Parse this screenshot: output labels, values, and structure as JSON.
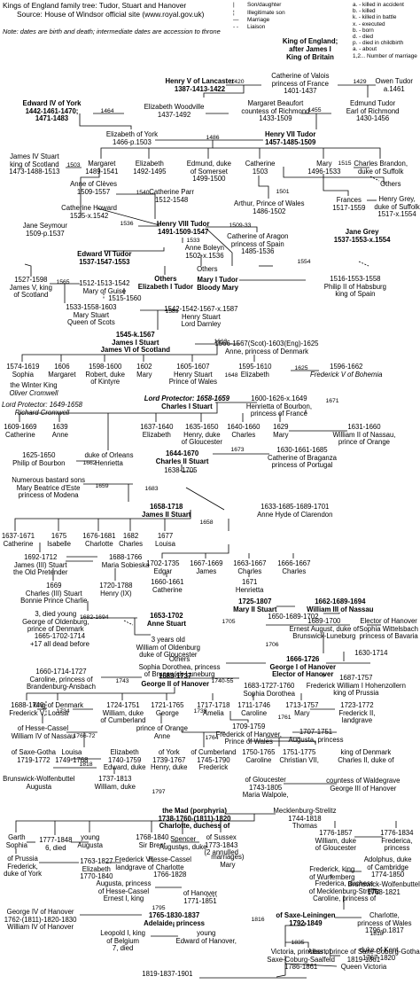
{
  "header": {
    "title": "Kings of England family tree: Tudor, Stuart and Hanover",
    "source": "Source: House of Windsor official site (www.royal.gov.uk)",
    "note": "Note: dates are birth and death; intermediate dates are accession to throne"
  },
  "legend": {
    "items": [
      {
        "symbol": "|",
        "text": "Son/daughter"
      },
      {
        "symbol": "¦",
        "text": "Illegitimate son"
      },
      {
        "symbol": "—",
        "text": "Marriage"
      },
      {
        "symbol": "- -",
        "text": "Liaison"
      }
    ],
    "title_lines": [
      "King of England;",
      "after James I",
      "King of Britain"
    ],
    "codes": [
      "a. - killed in accident",
      "b. - killed",
      "k. - killed in battle",
      "x. - executed",
      "b. - born",
      "d. - died",
      "p. - died in childbirth",
      "a. - about",
      "1,2... Number of marriage"
    ]
  },
  "marriage_labels": [
    "1420",
    "1429",
    "1464",
    "1455",
    "1486",
    "1503",
    "1515",
    "1540",
    "1536",
    "1509-33",
    "1501",
    "1533",
    "1554",
    "1565",
    "1589",
    "1613",
    "1625",
    "1648",
    "1671",
    "1662",
    "1673",
    "1659",
    "1683",
    "1658",
    "1682-1694",
    "1705",
    "1706",
    "1743",
    "1740-55",
    "1734",
    "1739",
    "1766-72",
    "1764",
    "1761",
    "1818",
    "1797",
    "1795",
    "1816",
    "1818",
    "1835"
  ],
  "texts": [
    "Henry V of Lancaster",
    "1387-1413-1422",
    "Catherine of Valois",
    "princess of France",
    "1401-1437",
    "Owen Tudor",
    "a.1461",
    "Edward IV of York",
    "1442-1461-1470;",
    "1471-1483",
    "Elizabeth Woodville",
    "1437-1492",
    "Margaret Beaufort",
    "countess of Richmond",
    "1433-1509",
    "Edmund Tudor",
    "Earl of Richmond",
    "1430-1456",
    "Elizabeth of York",
    "1466-p.1503",
    "Henry VII Tudor",
    "1457-1485-1509",
    "James IV Stuart",
    "king of Scotland",
    "1473-1488-1513",
    "Margaret",
    "1489-1541",
    "Elizabeth",
    "1492-1495",
    "Edmund, duke",
    "of Somerset",
    "1499-1500",
    "Catherine",
    "1503",
    "Mary",
    "1496-1533",
    "Charles Brandon,",
    "duke of Suffolk",
    "Others",
    "Anne of Clèves",
    "1509-1557",
    "Catherine Parr",
    "1512-1548",
    "Arthur, Prince of Wales",
    "1486-1502",
    "Frances",
    "1517-1559",
    "Henry Grey,",
    "duke of Suffolk",
    "1517-x.1554",
    "Catherine Howard",
    "1525-x.1542",
    "Jane Seymour",
    "1509-p.1537",
    "Henry VIII Tudor",
    "1491-1509-1547",
    "Catherine of Aragon",
    "princess of Spain",
    "1485-1536",
    "Jane Grey",
    "1537-1553-x.1554",
    "Edward VI Tudor",
    "1537-1547-1553",
    "Anne Boleyn",
    "1502-x.1536",
    "Others",
    "Mary I Tudor",
    "Bloody Mary",
    "1516-1553-1558",
    "Philip II of Habsburg",
    "king of Spain",
    "1527-1598",
    "James V, king",
    "of Scotland",
    "1512-1513-1542",
    "Mary of Guise",
    "1515-1560",
    "Others",
    "Elizabeth I Tudor",
    "1533-1558-1603",
    "Mary Stuart",
    "Queen of Scots",
    "1542-1542-1567-x.1587",
    "Henry Stuart",
    "Lord Darnley",
    "1545-k.1567",
    "James I Stuart",
    "James VI of Scotland",
    "1566-1567(Scot)-1603(Eng)-1625",
    "Anne, princess of Denmark",
    "1574-1619",
    "Sophia",
    "1606",
    "Margaret",
    "1598-1600",
    "Robert, duke",
    "of Kintyre",
    "1602",
    "Mary",
    "1605-1607",
    "Henry Stuart",
    "Prince of Wales",
    "1595-1610",
    "Elizabeth",
    "1596-1662",
    "Frederick V of Bohemia",
    "the Winter King",
    "Oliver Cromwell",
    "Lord Protector: 1649-1658",
    "Richard Cromwell",
    "Lord Protector: 1658-1659",
    "Charles I Stuart",
    "1600-1626-x.1649",
    "Henrietta of Bourbon,",
    "princess of France",
    "1609-1669",
    "Catherine",
    "1639",
    "Anne",
    "1637-1640",
    "Elizabeth",
    "1635-1650",
    "Henry, duke",
    "of Gloucester",
    "1640-1660",
    "Charles",
    "1629",
    "Mary",
    "1631-1660",
    "William II of Nassau,",
    "prince of Orange",
    "1625-1650",
    "Philip of Bourbon",
    "duke of Orleans",
    "Henrietta",
    "1644-1670",
    "Charles II Stuart",
    "1630-1661-1685",
    "Catherine of Braganza",
    "princess of Portugal",
    "1638-1705",
    "Numerous bastard sons",
    "Mary Beatrice d'Este",
    "princess of Modena",
    "1658-1718",
    "James II Stuart",
    "1633-1685-1689-1701",
    "Anne Hyde of Clarendon",
    "1637-1671",
    "Catherine",
    "1675",
    "Isabelle",
    "1676-1681",
    "Charlotte",
    "1682",
    "Charles",
    "1677",
    "Louisa",
    "1692-1712",
    "James (III) Stuart",
    "the Old Pretender",
    "1688-1766",
    "Maria Sobieska",
    "1702-1735",
    "Edgar",
    "1667-1669",
    "James",
    "1663-1667",
    "Charles",
    "1666-1667",
    "Charles",
    "1660-1661",
    "Catherine",
    "1671",
    "Henrietta",
    "1669",
    "Charles (III) Stuart",
    "Bonnie Prince Charlie",
    "1720-1788",
    "Henry (IX)",
    "1725-1807",
    "Mary II Stuart",
    "1662-1689-1694",
    "William III of Nassau",
    "1650-1689-1702",
    "3, died young",
    "George of Oldenburg,",
    "prince of Denmark",
    "1653-1702",
    "Anne Stuart",
    "1665-1702-1714",
    "+17 all dead before",
    "3 years old",
    "William of Oldenburg",
    "duke of Gloucester",
    "1689-1700",
    "Ernest August, duke of",
    "Brunswick-Luneburg",
    "Elector of Hanover",
    "Sophia Wittelsbach",
    "princess of Bavaria",
    "1630-1714",
    "Others",
    "Sophia Dorothea, princess",
    "of Brunswick-Luneburg",
    "1666-1726",
    "George I of Hanover",
    "Elector of Hanover",
    "1660-1714-1727",
    "Caroline, princess of",
    "Brandenburg-Ansbach",
    "1683-1737",
    "George II of Hanover",
    "1683-1727-1760",
    "Sophia Dorothea",
    "1687-1757",
    "Frederick William I Hohenzollern",
    "king of Prussia",
    "1688-1740",
    "Frederick V,",
    "king of Denmark",
    "Louisa",
    "1724-1751",
    "William, duke",
    "of Cumberland",
    "1721-1765",
    "George",
    "1717-1718",
    "Amelia",
    "1711-1746",
    "Caroline",
    "1713-1757",
    "Mary",
    "1723-1772",
    "Frederick II,",
    "landgrave",
    "of Hesse-Cassel",
    "William IV of Nassau",
    "prince of Orange",
    "Anne",
    "1709-1759",
    "Frederick of Hanover,",
    "Prince of Wales",
    "1707-1751",
    "Augusta, princess",
    "of Saxe-Gotha",
    "1719-1772",
    "Louisa",
    "1749-1768",
    "Elizabeth",
    "1740-1759",
    "Edward, duke",
    "of York",
    "1739-1767",
    "Henry, duke",
    "of Cumberland",
    "1745-1790",
    "Frederick",
    "1750-1765",
    "Caroline",
    "1751-1775",
    "Christian VII,",
    "king of Denmark",
    "Charles II, duke of",
    "Brunswick-Wolfenbuttel",
    "Augusta",
    "1737-1813",
    "William, duke",
    "of Gloucester",
    "1743-1805",
    "Maria Walpole,",
    "countess of Waldegrave",
    "George III of Hanover",
    "the Mad (porphyria)",
    "1738-1760-(1811)-1820",
    "Charlotte, duchess of",
    "Mecklenburg-Strelitz",
    "1744-1818",
    "Thomas",
    "Garth",
    "Sophia",
    "1777-1848",
    "6, died",
    "young",
    "Augusta",
    "1768-1840",
    "Sir Brent",
    "Spencer",
    "Augustus, duke",
    "of Sussex",
    "1773-1843",
    "(2 annulled",
    "marriages)",
    "Mary",
    "1776-1857",
    "William, duke",
    "of Gloucester",
    "1776-1834",
    "Frederica,",
    "princess",
    "of Prussia",
    "Frederick,",
    "duke of York",
    "1763-1827",
    "Elizabeth",
    "1770-1840",
    "Frederick VI,",
    "landgrave of",
    "Hesse-Cassel",
    "Charlotte",
    "1766-1828",
    "Frederick, king",
    "of Wurtemberg",
    "Adolphus, duke",
    "of Cambridge",
    "1774-1850",
    "Augusta, princess",
    "of Hesse-Cassel",
    "Ernest I, king",
    "of Hanover",
    "1771-1851",
    "Frederica, duchess",
    "of Mecklenburg-Strelitz",
    "Caroline, princess of",
    "Brunswick-Wolfenbuttel",
    "1768-1821",
    "George IV of Hanover",
    "1762-(1811)-1820-1830",
    "William IV of Hanover",
    "1765-1830-1837",
    "Adelaide, princess",
    "of Saxe-Leiningen",
    "1792-1849",
    "Charlotte,",
    "princess of Wales",
    "1796-p.1817",
    "Leopold I, king",
    "of Belgium",
    "7, died",
    "young",
    "Edward of Hanover,",
    "duke of Kent",
    "1767-1820",
    "Victoria, princess of",
    "Saxe-Coburg-Saalfeld",
    "1786-1861",
    "Albert, prince of Saxe-Coburg-Gotha",
    "1819-1861",
    "Queen Victoria",
    "1819-1837-1901"
  ]
}
